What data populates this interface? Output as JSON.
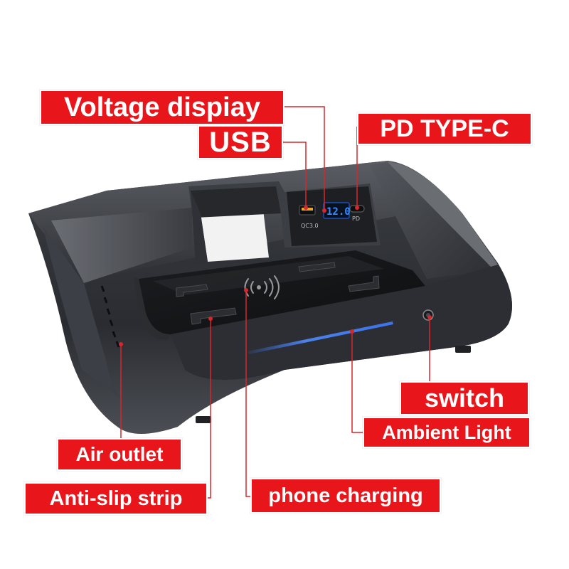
{
  "callouts": {
    "voltage_display": "Voltage dispiay",
    "usb": "USB",
    "pd_type_c": "PD TYPE-C",
    "switch": "switch",
    "ambient_light": "Ambient Light",
    "air_outlet": "Air outlet",
    "anti_slip_strip": "Anti-slip strip",
    "phone_charging": "phone charging"
  },
  "device_panel": {
    "voltage_reading": "12.0",
    "usb_port_label": "QC3.0",
    "pd_port_label": "PD"
  },
  "colors": {
    "callout_red": "#e8151b",
    "leader_line": "#d8262a",
    "ambient_blue": "#3d7bff",
    "display_blue": "#1f6bff"
  },
  "icons": [
    "wireless-charging-icon",
    "power-switch-icon"
  ]
}
